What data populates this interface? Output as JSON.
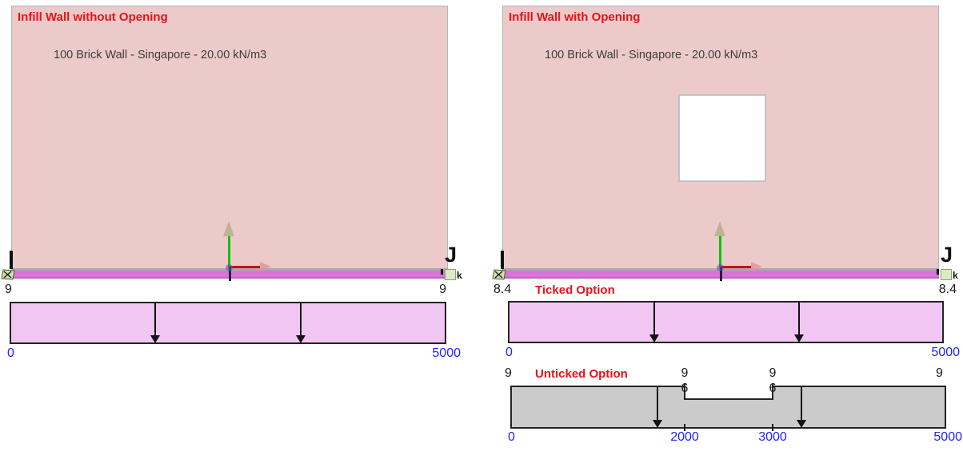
{
  "colors": {
    "wall_fill": "#edcaca",
    "wall_border": "#b5b5b5",
    "beam_fill": "#d973d9",
    "load_pink_fill": "#f2c6f2",
    "load_gray_fill": "#cbcbcb",
    "outline_black": "#232323",
    "title_red": "#e8121a",
    "dimension_blue": "#2121ff",
    "axis_green": "#00c400",
    "axis_red": "#c11414"
  },
  "left_panel": {
    "title": "Infill Wall without Opening",
    "subtitle": "100 Brick Wall - Singapore - 20.00 kN/m3",
    "corner_label": "J",
    "node_label": "k"
  },
  "right_panel": {
    "title": "Infill Wall with Opening",
    "subtitle": "100 Brick Wall - Singapore - 20.00 kN/m3",
    "corner_label": "J",
    "node_label": "k"
  },
  "left_load_diagram": {
    "left_value": "9",
    "right_value": "9",
    "start": "0",
    "end": "5000"
  },
  "ticked_diagram": {
    "label": "Ticked Option",
    "left_value": "8.4",
    "right_value": "8.4",
    "start": "0",
    "end": "5000"
  },
  "unticked_diagram": {
    "label": "Unticked Option",
    "left_value": "9",
    "right_value": "9",
    "step_left_top": "9",
    "step_left_bottom": "6",
    "step_right_top": "9",
    "step_right_bottom": "6",
    "start": "0",
    "step_start": "2000",
    "step_end": "3000",
    "end": "5000"
  }
}
